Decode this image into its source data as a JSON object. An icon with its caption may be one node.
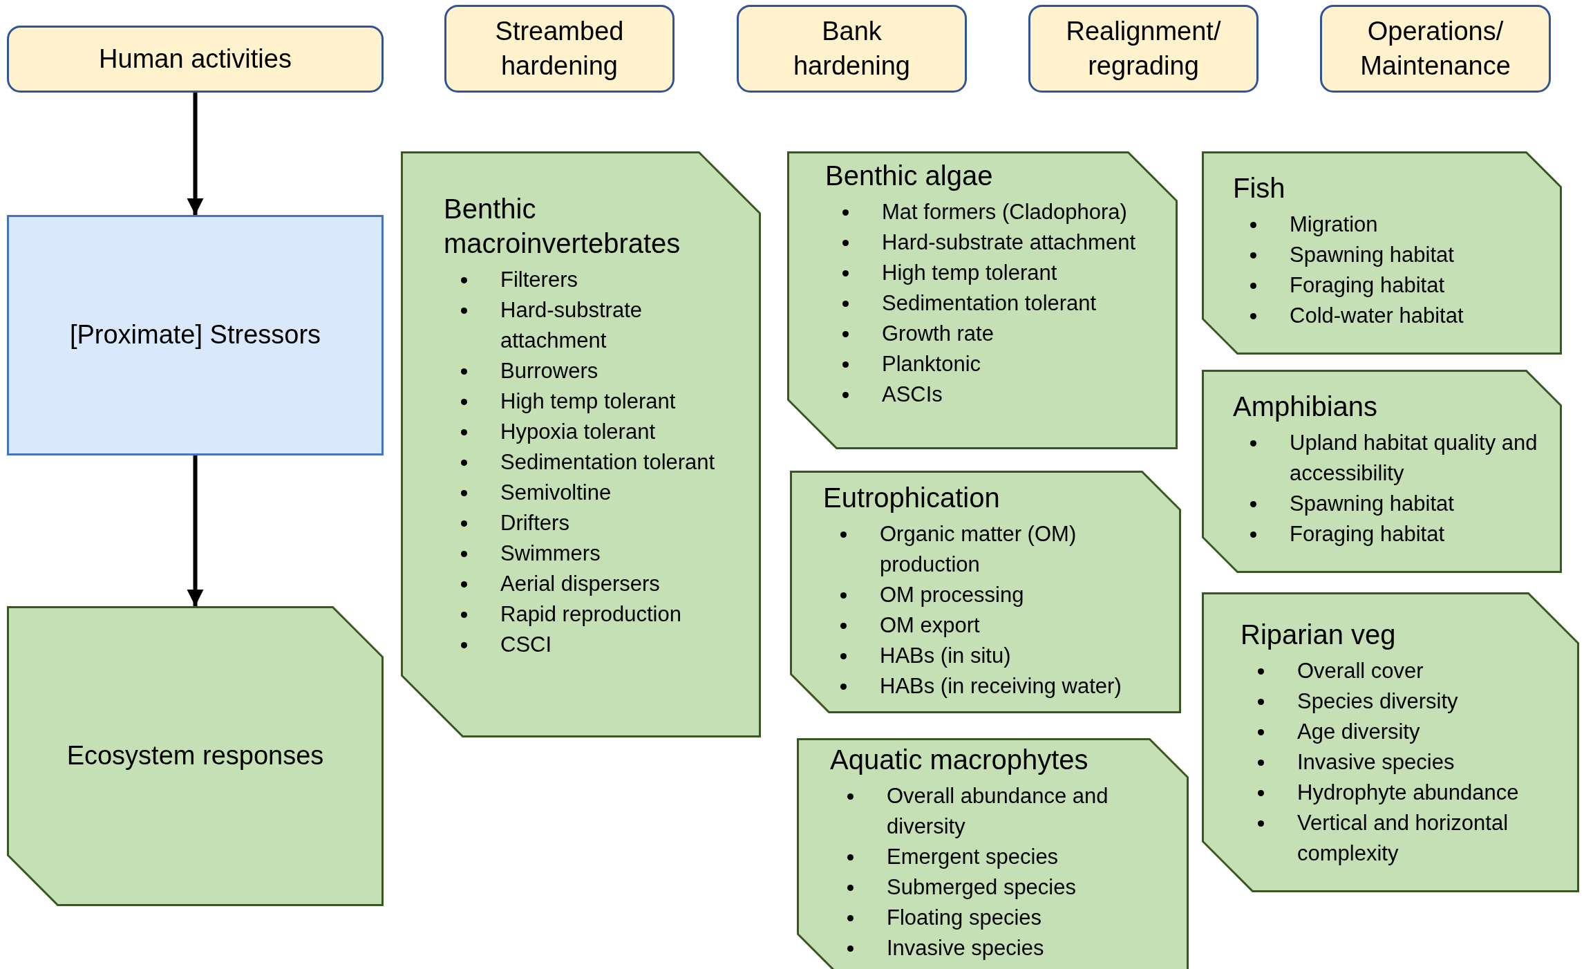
{
  "diagram": {
    "nodes": [
      {
        "text": [
          "Human activities"
        ]
      },
      {
        "text": [
          "Streambed hardening"
        ]
      },
      {
        "text": [
          "Bank hardening"
        ]
      },
      {
        "text": [
          "Realignment/ regrading"
        ]
      },
      {
        "text": [
          "Operations/ Maintenance"
        ]
      },
      {
        "text": [
          "[Proximate] Stressors"
        ]
      },
      {
        "text": [
          "Ecosystem responses"
        ]
      },
      {
        "text": [
          "Benthic macroinvertebrates",
          "Filterers",
          "Hard-substrate attachment",
          "Burrowers",
          "High temp tolerant",
          "Hypoxia tolerant",
          "Sedimentation tolerant",
          "Semivoltine",
          "Drifters",
          "Swimmers",
          "Aerial dispersers",
          "Rapid reproduction",
          "CSCI"
        ]
      },
      {
        "text": [
          "Benthic algae",
          "Mat formers (Cladophora)",
          "Hard-substrate attachment",
          "High temp tolerant",
          "Sedimentation tolerant",
          "Growth rate",
          "Planktonic",
          "ASCIs"
        ]
      },
      {
        "text": [
          "Eutrophication",
          "Organic matter (OM) production",
          "OM processing",
          "OM export",
          "HABs (in situ)",
          "HABs (in receiving water)"
        ]
      },
      {
        "text": [
          "Aquatic macrophytes",
          "Overall abundance and diversity",
          "Emergent species",
          "Submerged species",
          "Floating species",
          "Invasive species"
        ]
      },
      {
        "text": [
          "Fish",
          "Migration",
          "Spawning habitat",
          "Foraging habitat",
          "Cold-water habitat"
        ]
      },
      {
        "text": [
          "Amphibians",
          "Upland habitat quality and accessibility",
          "Spawning habitat",
          "Foraging habitat"
        ]
      },
      {
        "text": [
          "Riparian veg",
          "Overall cover",
          "Species diversity",
          "Age diversity",
          "Invasive species",
          "Hydrophyte abundance",
          "Vertical and horizontal complexity"
        ]
      }
    ],
    "edges": [
      {
        "from": 0,
        "to": 5,
        "arrow": "to"
      },
      {
        "from": 5,
        "to": 6,
        "arrow": "to"
      }
    ]
  }
}
